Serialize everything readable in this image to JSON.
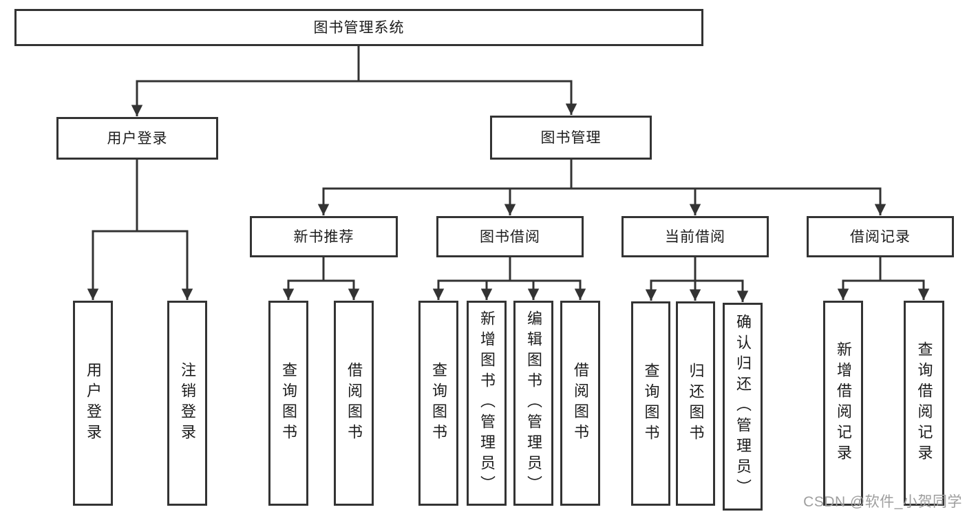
{
  "diagram": {
    "root": {
      "label": "图书管理系统"
    },
    "level2": [
      {
        "label": "用户登录"
      },
      {
        "label": "图书管理"
      }
    ],
    "level3": [
      {
        "label": "新书推荐"
      },
      {
        "label": "图书借阅"
      },
      {
        "label": "当前借阅"
      },
      {
        "label": "借阅记录"
      }
    ],
    "leaves": {
      "user_login": [
        {
          "label": "用户登录"
        },
        {
          "label": "注销登录"
        }
      ],
      "new_book_recommend": [
        {
          "label": "查询图书"
        },
        {
          "label": "借阅图书"
        }
      ],
      "book_borrow": [
        {
          "label": "查询图书"
        },
        {
          "label": "新增图书（管理员）"
        },
        {
          "label": "编辑图书（管理员）"
        },
        {
          "label": "借阅图书"
        }
      ],
      "current_borrow": [
        {
          "label": "查询图书"
        },
        {
          "label": "归还图书"
        },
        {
          "label": "确认归还（管理员）"
        }
      ],
      "borrow_record": [
        {
          "label": "新增借阅记录"
        },
        {
          "label": "查询借阅记录"
        }
      ]
    },
    "colors": {
      "line": "#333333",
      "box_fill": "#ffffff",
      "text": "#1c1c1c"
    }
  },
  "watermark": {
    "text": "CSDN @软件_小贺同学",
    "color": "#9e9e9e"
  }
}
